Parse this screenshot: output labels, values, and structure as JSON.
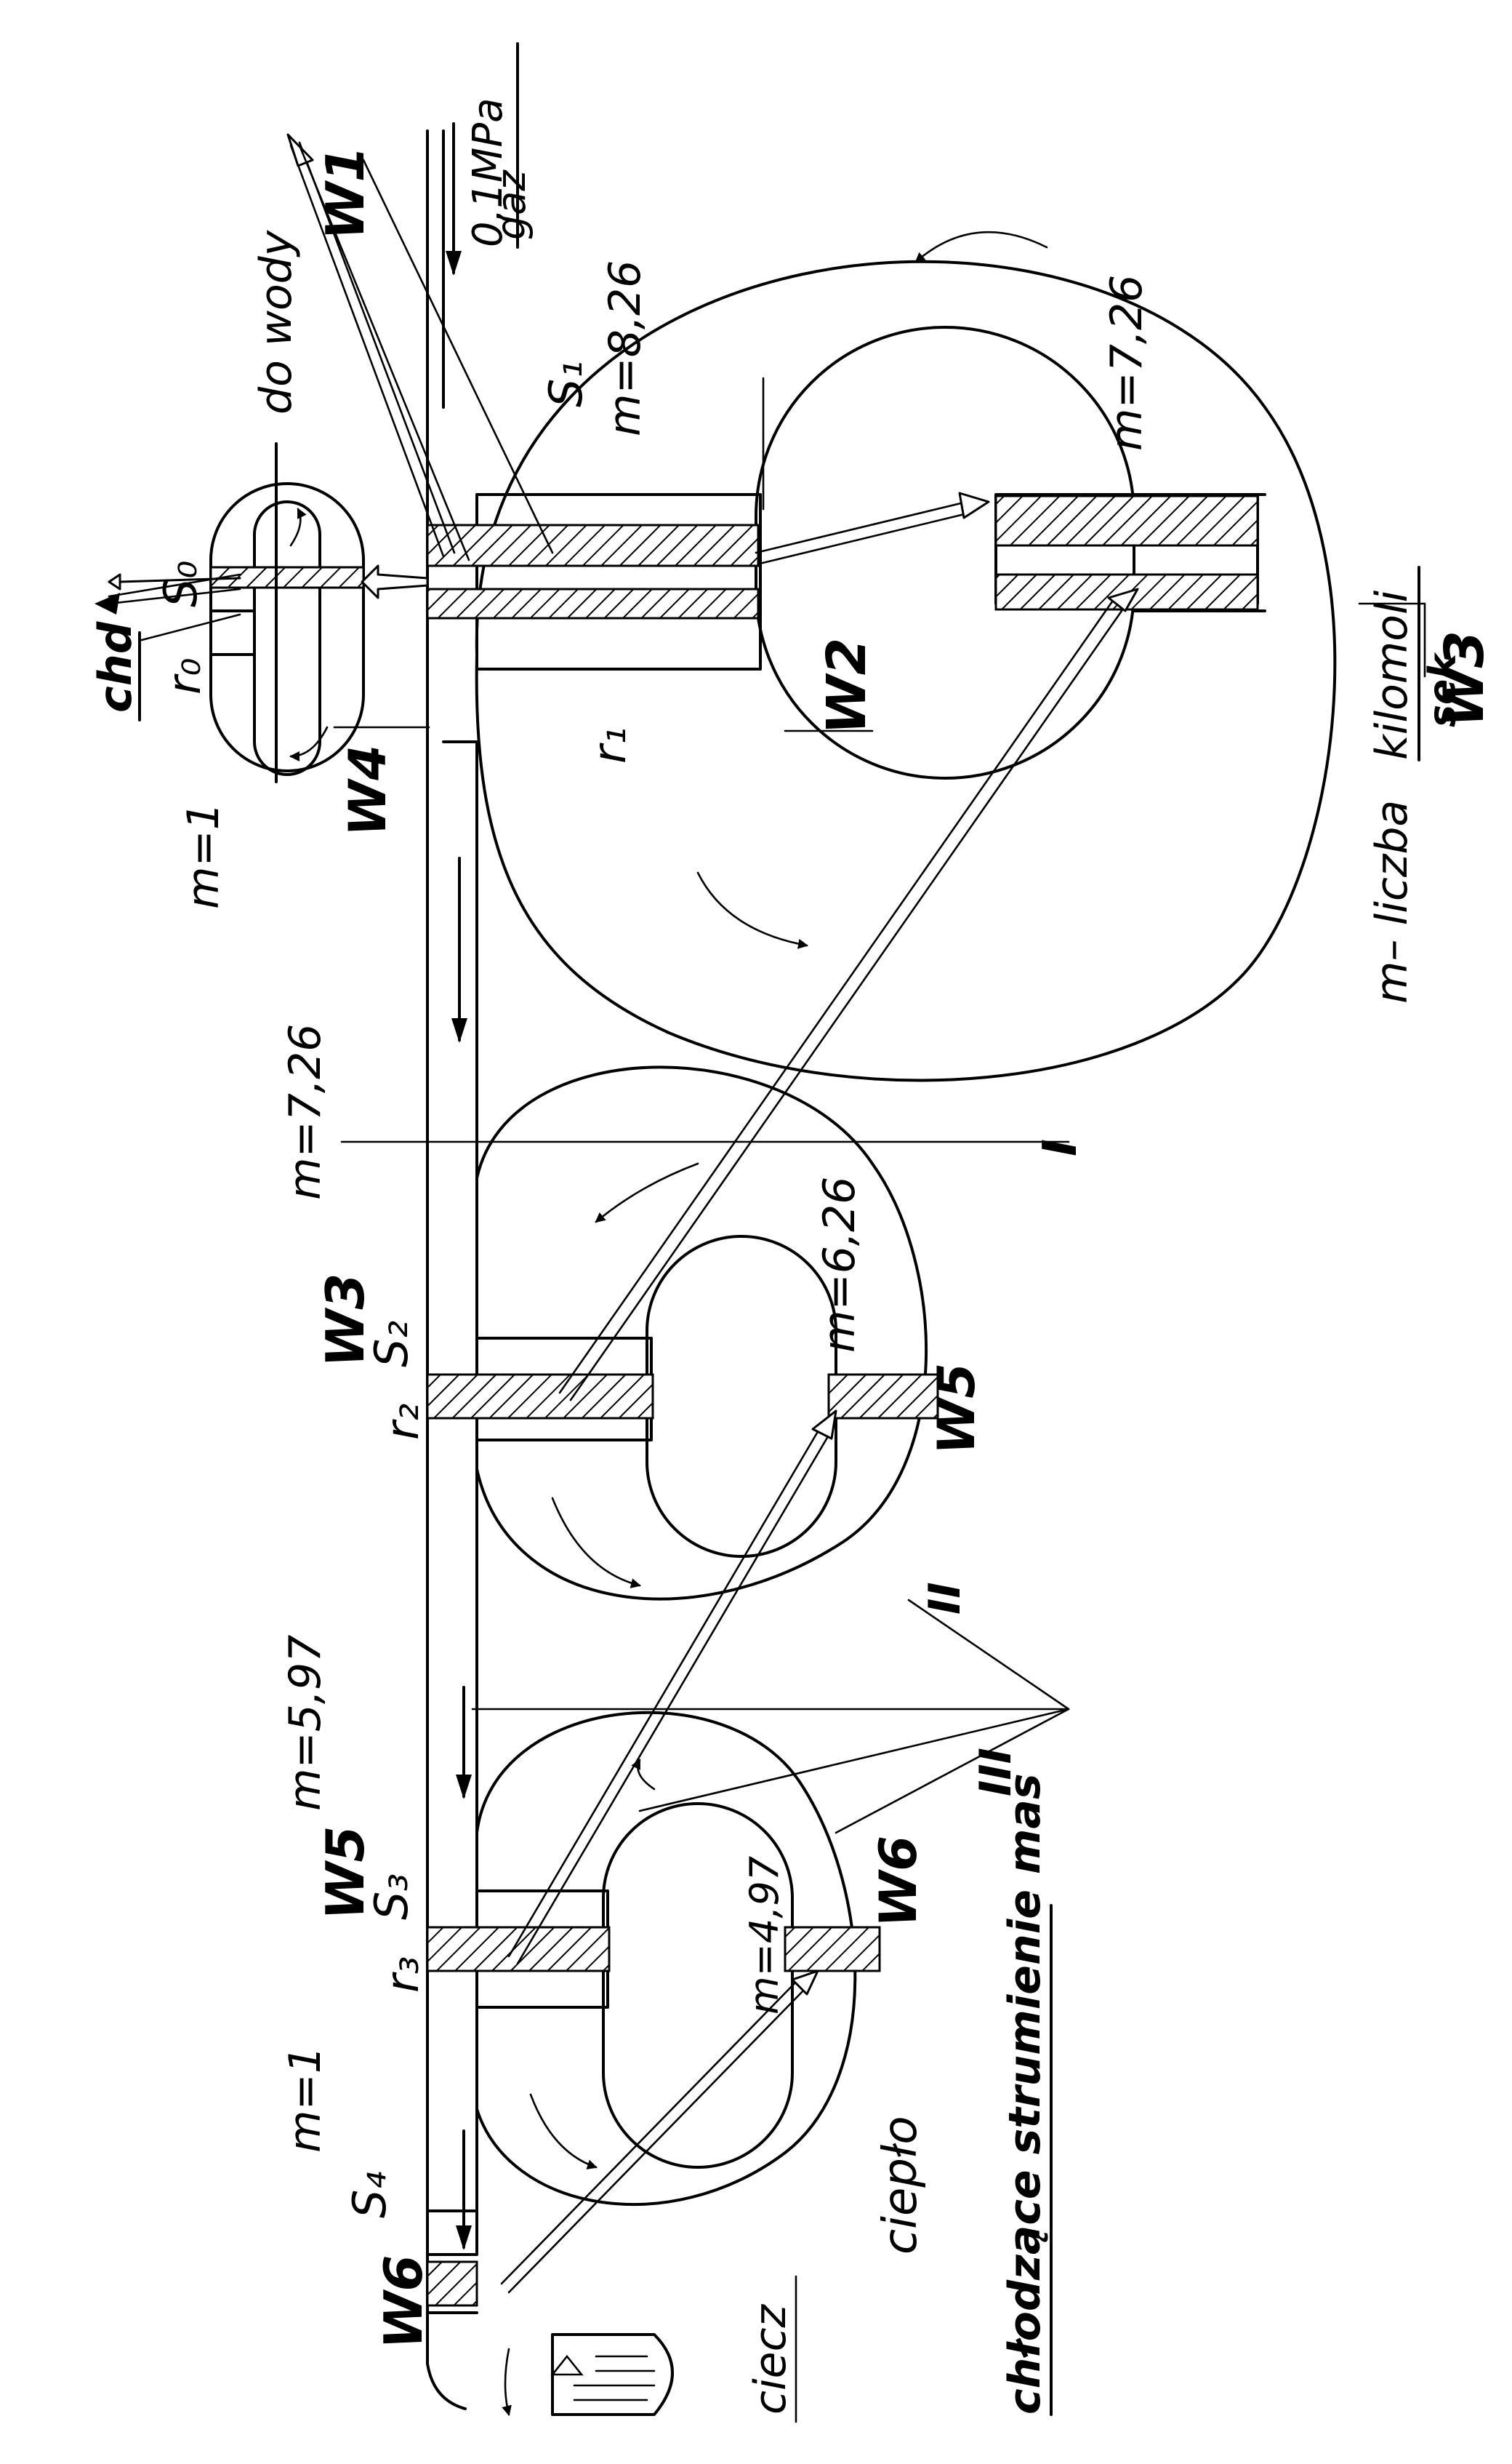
{
  "figure": {
    "labels": {
      "flow_top": "0,1MPa",
      "flow_medium": "gaz",
      "legend": "m– liczba",
      "legend_unit_num": "kilomoli",
      "legend_unit_den": "sek",
      "output_chd": "chd",
      "output_water": "do wody",
      "liquid": "ciecz",
      "heat": "ciepło",
      "cooling_masses": "chłodzące strumienie mas"
    },
    "stages": {
      "I": "I",
      "II": "II",
      "III": "III"
    },
    "nodes": {
      "W1": "W1",
      "W2": "W2",
      "W3_stage1": "W3",
      "W4": "W4",
      "W3_stage2": "W3",
      "W5_stage2": "W5",
      "W5_stage3": "W5",
      "W6_stage3": "W6",
      "W6_bottom": "W6",
      "S0": "S₀",
      "r0": "r₀",
      "S1": "S₁",
      "r1": "r₁",
      "S2": "S₂",
      "r2": "r₂",
      "S3": "S₃",
      "r3": "r₃",
      "S4": "S₄"
    },
    "masses": {
      "m_small_loop": "m=1",
      "m_S1": "m=8,26",
      "m_loop1": "m=7,26",
      "m_S2": "m=7,26",
      "m_loop2": "m=6,26",
      "m_S3": "m=5,97",
      "m_loop3": "m=4,97",
      "m_bottom": "m=1"
    }
  }
}
